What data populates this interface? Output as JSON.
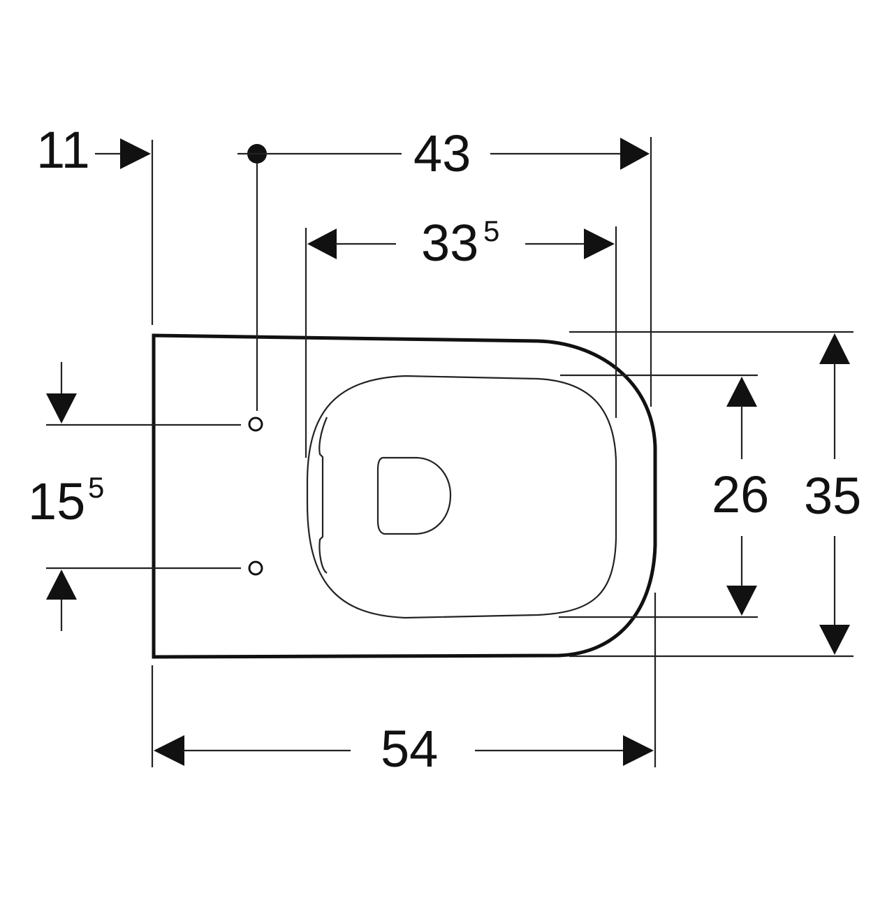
{
  "drawing": {
    "subject": "wall-hung toilet bowl, top view with dimensions",
    "units": "cm",
    "colors": {
      "line": "#111111",
      "background": "#ffffff"
    }
  },
  "dimensions": {
    "wall_offset": {
      "value": "11",
      "superscript": ""
    },
    "bowl_front_from_fixing": {
      "value": "43",
      "superscript": ""
    },
    "seat_opening_length": {
      "value": "33",
      "superscript": "5"
    },
    "fixing_bolt_spacing": {
      "value": "15",
      "superscript": "5"
    },
    "seat_opening_width": {
      "value": "26",
      "superscript": ""
    },
    "overall_width": {
      "value": "35",
      "superscript": ""
    },
    "overall_length": {
      "value": "54",
      "superscript": ""
    }
  }
}
